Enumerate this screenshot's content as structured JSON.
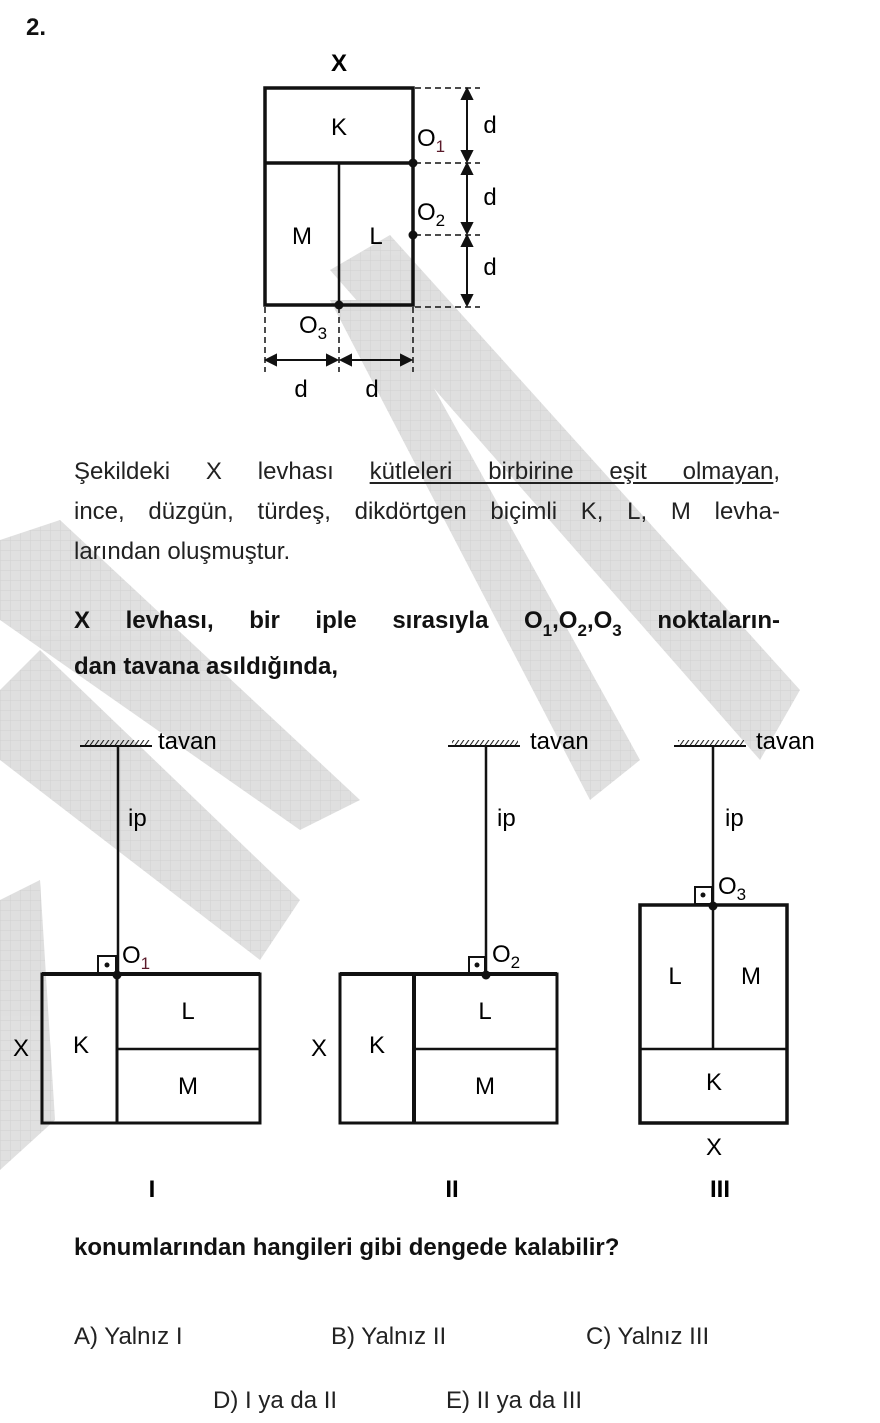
{
  "question": {
    "number": "2.",
    "figure_main": {
      "plate_label": "X",
      "regions": [
        "K",
        "M",
        "L"
      ],
      "points": {
        "o1": "O",
        "o1_sub": "1",
        "o2": "O",
        "o2_sub": "2",
        "o3": "O",
        "o3_sub": "3"
      },
      "dimension_label": "d"
    },
    "paragraph": {
      "line1_prefix": "Şekildeki X levhası ",
      "line1_underlined": "kütleleri birbirine eşit olmayan",
      "line1_suffix": ",",
      "line2": "ince, düzgün, türdeş, dikdörtgen biçimli K, L, M levha-",
      "line3": "larından oluşmuştur."
    },
    "prompt": {
      "line1_prefix": "X levhası, bir iple sırasıyla ",
      "points": [
        {
          "o": "O",
          "sub": "1"
        },
        {
          "o": "O",
          "sub": "2"
        },
        {
          "o": "O",
          "sub": "3"
        }
      ],
      "separator": ",",
      "line1_suffix": " noktaların-",
      "line2": "dan tavana asıldığında,"
    },
    "positions": [
      {
        "roman": "I",
        "ceiling": "tavan",
        "rope": "ip",
        "point": "O",
        "point_sub": "1",
        "plate": "X",
        "regions": [
          "K",
          "L",
          "M"
        ]
      },
      {
        "roman": "II",
        "ceiling": "tavan",
        "rope": "ip",
        "point": "O",
        "point_sub": "2",
        "plate": "X",
        "regions": [
          "K",
          "L",
          "M"
        ]
      },
      {
        "roman": "III",
        "ceiling": "tavan",
        "rope": "ip",
        "point": "O",
        "point_sub": "3",
        "plate": "X",
        "regions": [
          "L",
          "M",
          "K"
        ]
      }
    ],
    "ask": "konumlarından hangileri gibi dengede kalabilir?",
    "choices": [
      {
        "label": "A) Yalnız I"
      },
      {
        "label": "B) Yalnız II"
      },
      {
        "label": "C) Yalnız III"
      },
      {
        "label": "D) I ya da II"
      },
      {
        "label": "E) II ya da III"
      }
    ]
  },
  "colors": {
    "ink": "#111111",
    "watermark": "#dcdcdc",
    "watermark_grid": "#c8c8c8"
  }
}
